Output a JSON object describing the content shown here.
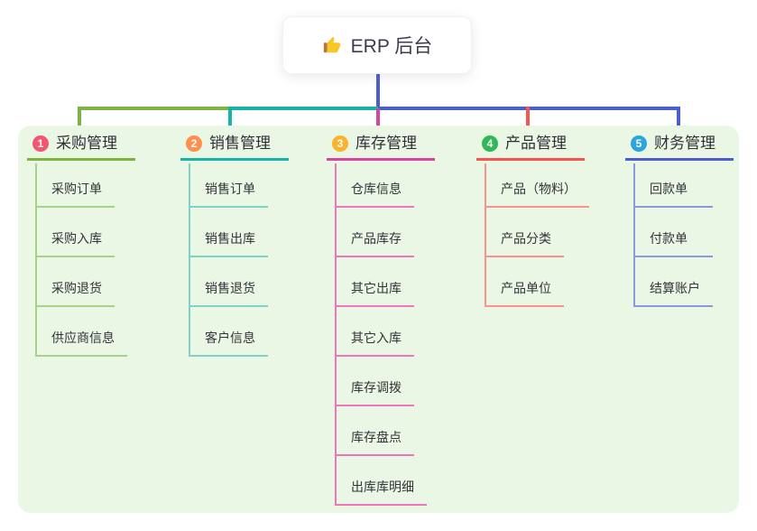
{
  "root": {
    "label": "ERP 后台",
    "icon": "thumbs-up-icon"
  },
  "colors": {
    "root_connector": "#4a5ed0",
    "panel_background": "#ebf7e5",
    "text": "#33333b"
  },
  "branches": [
    {
      "num": "1",
      "label": "采购管理",
      "color": "#7cb342",
      "light_color": "#a6d389",
      "circle_color": "#f25670",
      "children": [
        "采购订单",
        "采购入库",
        "采购退货",
        "供应商信息"
      ]
    },
    {
      "num": "2",
      "label": "销售管理",
      "color": "#16b3a6",
      "light_color": "#7fd2c9",
      "circle_color": "#fd8f4f",
      "children": [
        "销售订单",
        "销售出库",
        "销售退货",
        "客户信息"
      ]
    },
    {
      "num": "3",
      "label": "库存管理",
      "color": "#d6459e",
      "light_color": "#ec77bc",
      "circle_color": "#f9b32c",
      "children": [
        "仓库信息",
        "产品库存",
        "其它出库",
        "其它入库",
        "库存调拨",
        "库存盘点",
        "出库库明细"
      ]
    },
    {
      "num": "4",
      "label": "产品管理",
      "color": "#f4564f",
      "light_color": "#f8938d",
      "circle_color": "#2fb857",
      "children": [
        "产品（物料）",
        "产品分类",
        "产品单位"
      ]
    },
    {
      "num": "5",
      "label": "财务管理",
      "color": "#4a5ed0",
      "light_color": "#8b9ade",
      "circle_color": "#2ba5dc",
      "children": [
        "回款单",
        "付款单",
        "结算账户"
      ]
    }
  ]
}
